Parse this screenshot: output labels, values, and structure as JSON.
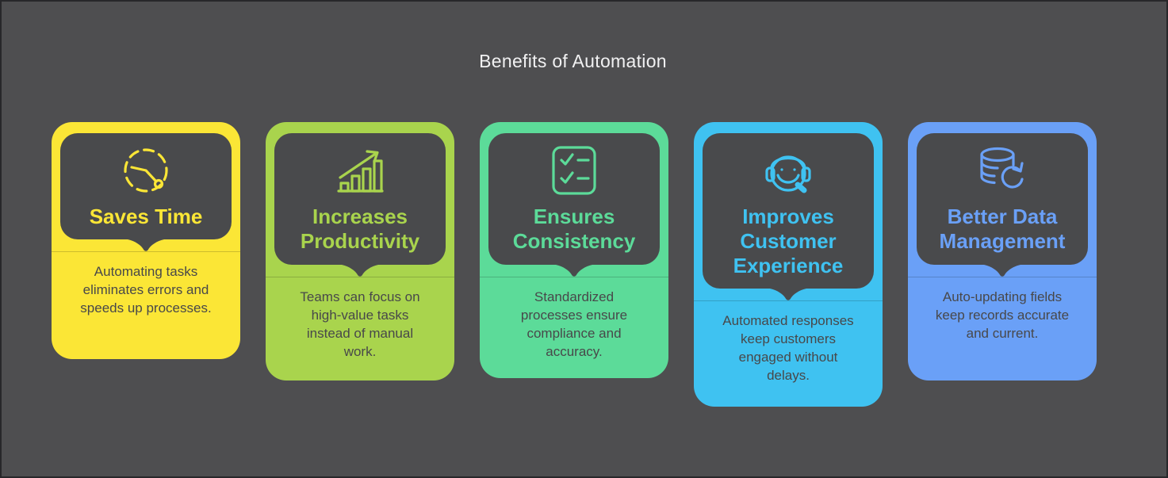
{
  "page": {
    "title": "Benefits of Automation"
  },
  "cards": [
    {
      "id": "saves-time",
      "icon": "clock-icon",
      "title": "Saves Time",
      "description": "Automating tasks eliminates errors and speeds up processes.",
      "color": "#fbe636"
    },
    {
      "id": "increases-productivity",
      "icon": "bar-chart-growth-icon",
      "title": "Increases Productivity",
      "description": "Teams can focus on high-value tasks instead of manual work.",
      "color": "#a9d44d"
    },
    {
      "id": "ensures-consistency",
      "icon": "checklist-icon",
      "title": "Ensures Consistency",
      "description": "Standardized processes ensure compliance and accuracy.",
      "color": "#5cdb99"
    },
    {
      "id": "improves-customer-experience",
      "icon": "headset-agent-icon",
      "title": "Improves Customer Experience",
      "description": "Automated responses keep customers engaged without delays.",
      "color": "#3fc2f1"
    },
    {
      "id": "better-data-management",
      "icon": "database-sync-icon",
      "title": "Better Data Management",
      "description": "Auto-updating fields keep records accurate and current.",
      "color": "#6aa0f7"
    }
  ],
  "colors": {
    "background": "#4e4e50",
    "panel": "#494a4c",
    "frame_border": "#27272a",
    "heading_text": "#f1f1f2",
    "body_text": "#48484a"
  }
}
